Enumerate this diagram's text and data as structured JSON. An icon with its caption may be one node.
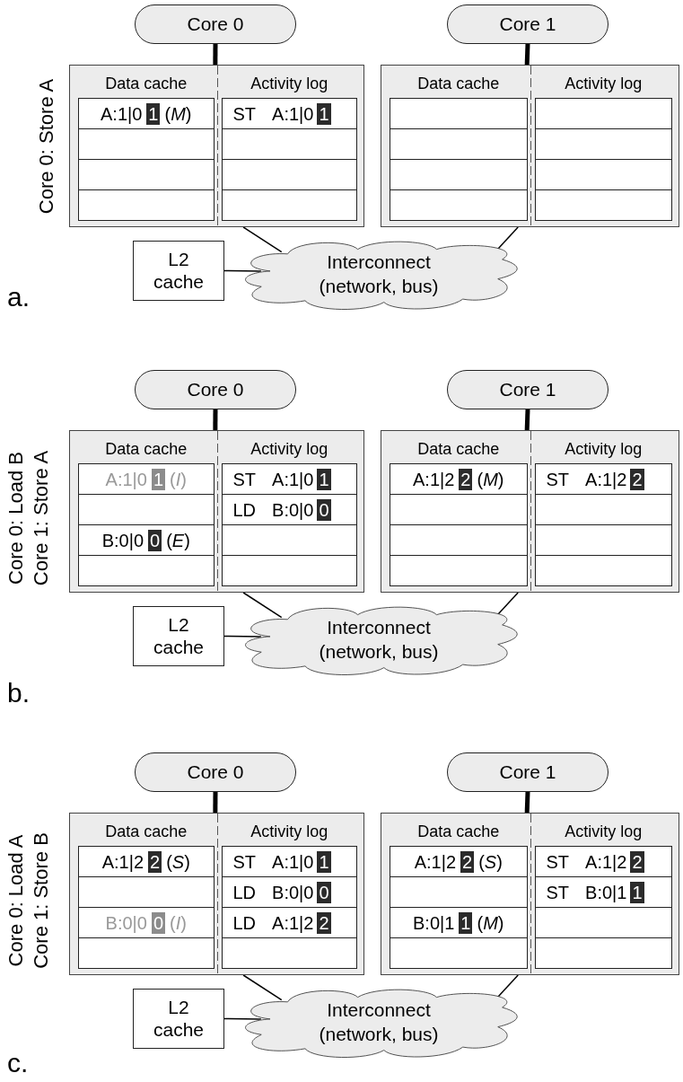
{
  "diagram": {
    "nodes": [
      {
        "text": [
          "Core 0"
        ]
      },
      {
        "text": [
          "Core 1"
        ]
      },
      {
        "text": [
          "Data cache",
          "Activity log"
        ]
      },
      {
        "text": [
          "A:1|0",
          "1",
          "(*M*)"
        ],
        "in": 2
      },
      {
        "text": [],
        "shape": "box",
        "in": 2
      },
      {
        "text": [],
        "shape": "box",
        "in": 2
      },
      {
        "text": [],
        "shape": "box",
        "in": 2
      },
      {
        "text": [
          "ST",
          "A:1|0",
          "1"
        ],
        "in": 2
      },
      {
        "text": [],
        "shape": "box",
        "in": 2
      },
      {
        "text": [],
        "shape": "box",
        "in": 2
      },
      {
        "text": [],
        "shape": "box",
        "in": 2
      },
      {
        "text": [
          "Data cache",
          "Activity log"
        ]
      },
      {
        "text": [],
        "shape": "box",
        "in": 11
      },
      {
        "text": [],
        "shape": "box",
        "in": 11
      },
      {
        "text": [],
        "shape": "box",
        "in": 11
      },
      {
        "text": [],
        "shape": "box",
        "in": 11
      },
      {
        "text": [],
        "shape": "box",
        "in": 11
      },
      {
        "text": [],
        "shape": "box",
        "in": 11
      },
      {
        "text": [],
        "shape": "box",
        "in": 11
      },
      {
        "text": [],
        "shape": "box",
        "in": 11
      },
      {
        "text": [
          "L2 cache"
        ]
      },
      {
        "text": [
          "Interconnect (network, bus)"
        ]
      },
      {
        "text": [
          "Core 0"
        ]
      },
      {
        "text": [
          "Core 1"
        ]
      },
      {
        "text": [
          "Data cache",
          "Activity log"
        ]
      },
      {
        "text": [
          "A:1|0",
          "1",
          "(*I*)"
        ],
        "in": 24
      },
      {
        "text": [],
        "shape": "box",
        "in": 24
      },
      {
        "text": [
          "B:0|0",
          "0",
          "(*E*)"
        ],
        "in": 24
      },
      {
        "text": [],
        "shape": "box",
        "in": 24
      },
      {
        "text": [
          "ST",
          "A:1|0",
          "1"
        ],
        "in": 24
      },
      {
        "text": [
          "LD",
          "B:0|0",
          "0"
        ],
        "in": 24
      },
      {
        "text": [],
        "shape": "box",
        "in": 24
      },
      {
        "text": [],
        "shape": "box",
        "in": 24
      },
      {
        "text": [
          "Data cache",
          "Activity log"
        ]
      },
      {
        "text": [
          "A:1|2",
          "2",
          "(*M*)"
        ],
        "in": 33
      },
      {
        "text": [],
        "shape": "box",
        "in": 33
      },
      {
        "text": [],
        "shape": "box",
        "in": 33
      },
      {
        "text": [],
        "shape": "box",
        "in": 33
      },
      {
        "text": [
          "ST",
          "A:1|2",
          "2"
        ],
        "in": 33
      },
      {
        "text": [],
        "shape": "box",
        "in": 33
      },
      {
        "text": [],
        "shape": "box",
        "in": 33
      },
      {
        "text": [],
        "shape": "box",
        "in": 33
      },
      {
        "text": [
          "L2 cache"
        ]
      },
      {
        "text": [
          "Interconnect (network, bus)"
        ]
      },
      {
        "text": [
          "Core 0"
        ]
      },
      {
        "text": [
          "Core 1"
        ]
      },
      {
        "text": [
          "Data cache",
          "Activity log"
        ]
      },
      {
        "text": [
          "A:1|2",
          "2",
          "(*S*)"
        ],
        "in": 46
      },
      {
        "text": [],
        "shape": "box",
        "in": 46
      },
      {
        "text": [
          "B:0|0",
          "0",
          "(*I*)"
        ],
        "in": 46
      },
      {
        "text": [],
        "shape": "box",
        "in": 46
      },
      {
        "text": [
          "ST",
          "A:1|0",
          "1"
        ],
        "in": 46
      },
      {
        "text": [
          "LD",
          "B:0|0",
          "0"
        ],
        "in": 46
      },
      {
        "text": [
          "LD",
          "A:1|2",
          "2"
        ],
        "in": 46
      },
      {
        "text": [],
        "shape": "box",
        "in": 46
      },
      {
        "text": [
          "Data cache",
          "Activity log"
        ]
      },
      {
        "text": [
          "A:1|2",
          "2",
          "(*S*)"
        ],
        "in": 55
      },
      {
        "text": [],
        "shape": "box",
        "in": 55
      },
      {
        "text": [
          "B:0|1",
          "1",
          "(*M*)"
        ],
        "in": 55
      },
      {
        "text": [],
        "shape": "box",
        "in": 55
      },
      {
        "text": [
          "ST",
          "A:1|2",
          "2"
        ],
        "in": 55
      },
      {
        "text": [
          "ST",
          "B:0|1",
          "1"
        ],
        "in": 55
      },
      {
        "text": [],
        "shape": "box",
        "in": 55
      },
      {
        "text": [],
        "shape": "box",
        "in": 55
      },
      {
        "text": [
          "L2 cache"
        ]
      },
      {
        "text": [
          "Interconnect (network, bus)"
        ]
      }
    ],
    "edges": [
      {
        "from": 0,
        "to": 2,
        "arrow": "none",
        "style": "thick"
      },
      {
        "from": 1,
        "to": 11,
        "arrow": "none",
        "style": "thick"
      },
      {
        "from": 2,
        "to": 21,
        "arrow": "none"
      },
      {
        "from": 11,
        "to": 21,
        "arrow": "none"
      },
      {
        "from": 20,
        "to": 21,
        "arrow": "none"
      },
      {
        "from": 22,
        "to": 24,
        "arrow": "none",
        "style": "thick"
      },
      {
        "from": 23,
        "to": 33,
        "arrow": "none",
        "style": "thick"
      },
      {
        "from": 24,
        "to": 43,
        "arrow": "none"
      },
      {
        "from": 33,
        "to": 43,
        "arrow": "none"
      },
      {
        "from": 42,
        "to": 43,
        "arrow": "none"
      },
      {
        "from": 44,
        "to": 46,
        "arrow": "none",
        "style": "thick"
      },
      {
        "from": 45,
        "to": 55,
        "arrow": "none",
        "style": "thick"
      },
      {
        "from": 46,
        "to": 65,
        "arrow": "none"
      },
      {
        "from": 55,
        "to": 65,
        "arrow": "none"
      },
      {
        "from": 64,
        "to": 65,
        "arrow": "none"
      }
    ],
    "labels": [
      "Core 0: Store A",
      "a.",
      "Core 0: Load B",
      "Core 1: Store A",
      "b.",
      "Core 0: Load A",
      "Core 1: Store B",
      "c."
    ]
  }
}
